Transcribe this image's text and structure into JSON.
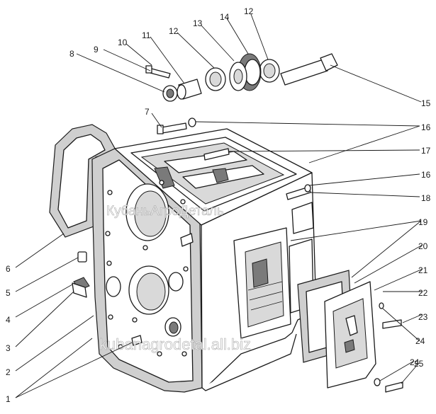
{
  "watermarks": {
    "center": "КубаньАгроДеталь",
    "bottom": "kubanagrodetal.all.biz"
  },
  "callouts": {
    "c1": "1",
    "c2": "2",
    "c3": "3",
    "c4": "4",
    "c5": "5",
    "c6": "6",
    "c7": "7",
    "c8": "8",
    "c9": "9",
    "c10": "10",
    "c11": "11",
    "c12a": "12",
    "c12b": "12",
    "c13": "13",
    "c14": "14",
    "c15": "15",
    "c16a": "16",
    "c16b": "16",
    "c17": "17",
    "c18": "18",
    "c19": "19",
    "c20": "20",
    "c21": "21",
    "c22": "22",
    "c23": "23",
    "c24a": "24",
    "c24b": "24",
    "c25": "25"
  }
}
